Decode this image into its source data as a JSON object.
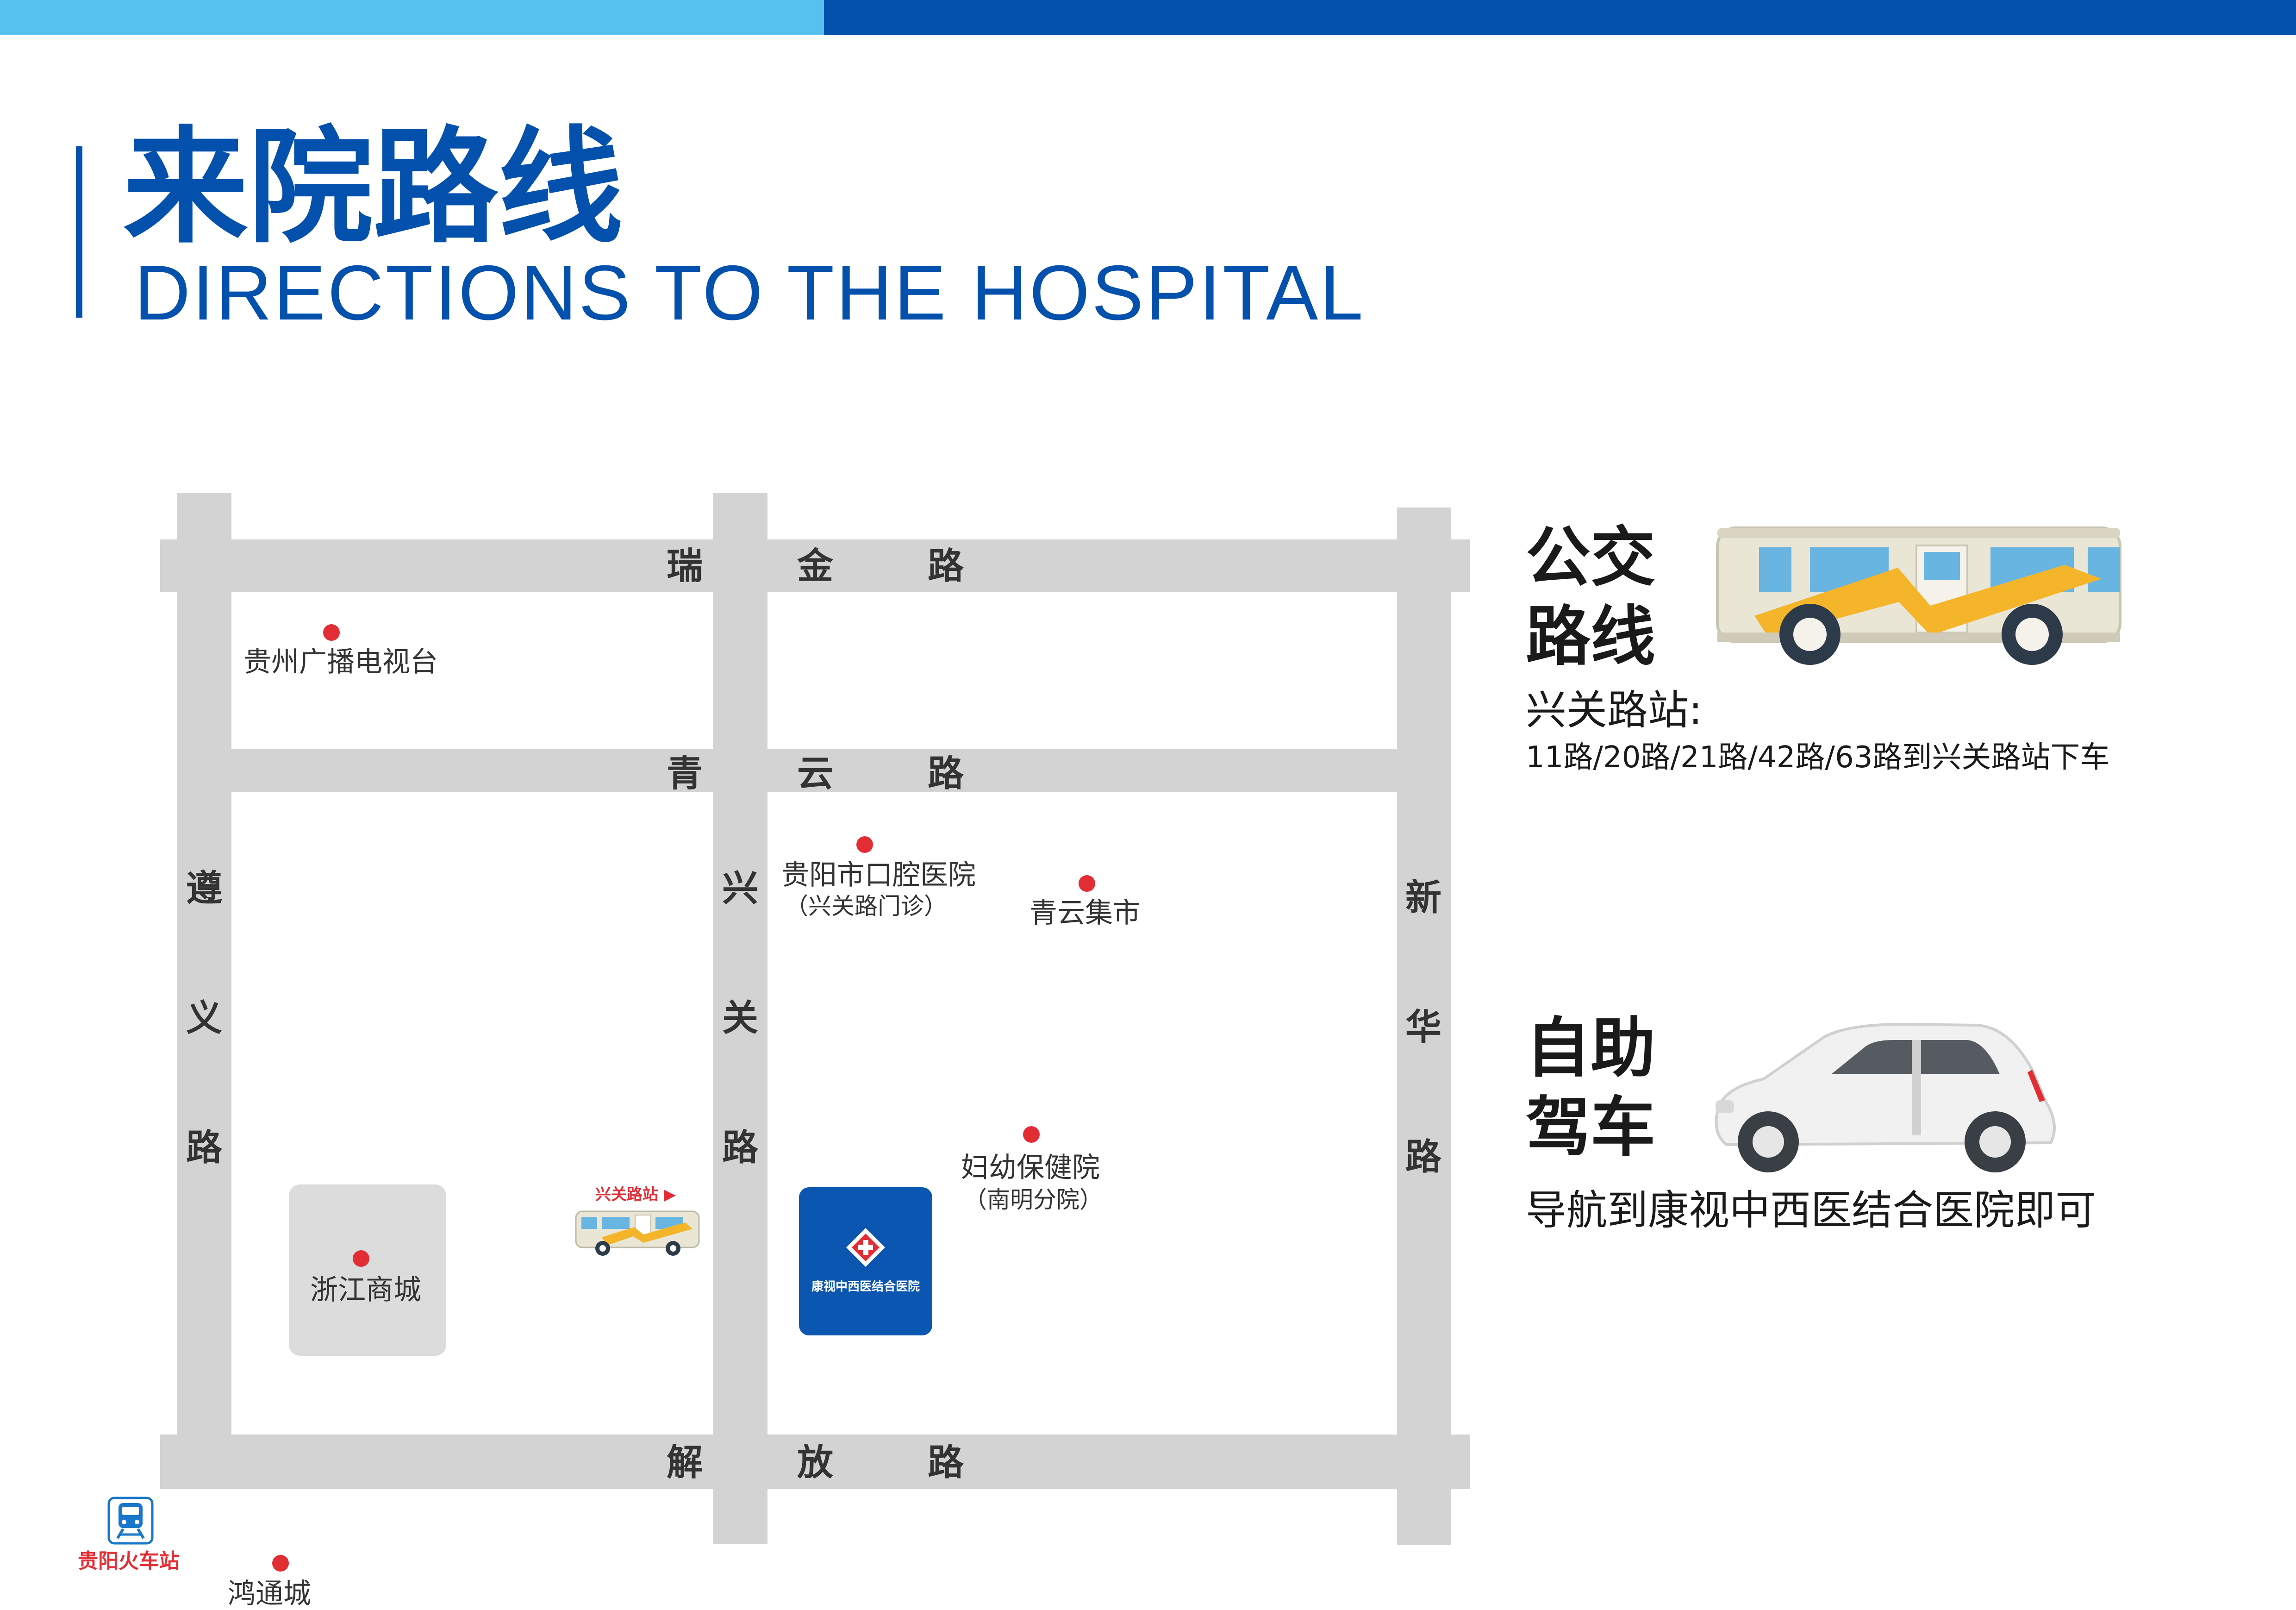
{
  "header": {
    "title_zh": "来院路线",
    "title_en": "DIRECTIONS TO THE HOSPITAL"
  },
  "roads": {
    "ruijin": [
      "瑞",
      "金",
      "路"
    ],
    "qingyun": [
      "青",
      "云",
      "路"
    ],
    "jiefang": [
      "解",
      "放",
      "路"
    ],
    "zunyi": [
      "遵",
      "义",
      "路"
    ],
    "xingguan": [
      "兴",
      "关",
      "路"
    ],
    "xinhua": [
      "新",
      "华",
      "路"
    ]
  },
  "pois": {
    "tv_station": "贵州广播电视台",
    "dental_hospital": "贵阳市口腔医院",
    "dental_hospital_sub": "（兴关路门诊）",
    "qingyun_market": "青云集市",
    "maternal_hospital": "妇幼保健院",
    "maternal_hospital_sub": "（南明分院）",
    "zhejiang_mall": "浙江商城",
    "hongtong_city": "鸿通城",
    "train_station": "贵阳火车站",
    "bus_stop": "兴关路站 ▶",
    "hospital": "康视中西医结合医院"
  },
  "transit": {
    "bus_heading_line1": "公交",
    "bus_heading_line2": "路线",
    "bus_station": "兴关路站:",
    "bus_routes": "11路/20路/21路/42路/63路到兴关路站下车",
    "car_heading_line1": "自助",
    "car_heading_line2": "驾车",
    "car_text": "导航到康视中西医结合医院即可"
  },
  "colors": {
    "brand_dark": "#0450ad",
    "brand_light": "#56c1ef",
    "road": "#d3d3d3",
    "poi": "#e22d35",
    "hospital": "#0b56b0"
  },
  "icons": [
    "hospital-cross-icon",
    "train-icon",
    "bus-icon",
    "car-icon"
  ]
}
